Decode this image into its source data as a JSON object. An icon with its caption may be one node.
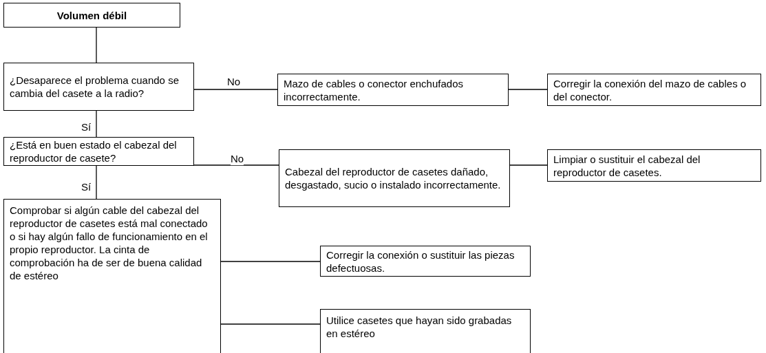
{
  "diagram": {
    "nodes": [
      {
        "text": [
          "Volumen débil"
        ]
      },
      {
        "text": [
          "¿Desaparece el problema cuando se cambia del casete a la radio?"
        ]
      },
      {
        "text": [
          "Mazo de cables o conector enchufados incorrectamente."
        ]
      },
      {
        "text": [
          "Corregir la conexión del mazo de cables o del conector."
        ]
      },
      {
        "text": [
          "¿Está en buen estado el cabezal del reproductor de casete?"
        ]
      },
      {
        "text": [
          "Cabezal del reproductor de casetes dañado, desgastado, sucio o instalado incorrectamente."
        ]
      },
      {
        "text": [
          "Limpiar o sustituir el cabezal del reproductor de casetes."
        ]
      },
      {
        "text": [
          "Comprobar si algún cable del cabezal del reproductor de casetes está mal conectado o si hay algún fallo de funcionamiento en el propio reproductor. La cinta de comprobación ha de ser de buena calidad de estéreo"
        ]
      },
      {
        "text": [
          "Corregir la conexión o sustituir las piezas defectuosas."
        ]
      },
      {
        "text": [
          "Utilice casetes que hayan sido grabadas en estéreo"
        ]
      }
    ],
    "edges": [
      {
        "from": 0,
        "to": 1,
        "arrow": "none"
      },
      {
        "from": 1,
        "to": 2,
        "arrow": "none",
        "label": "No"
      },
      {
        "from": 2,
        "to": 3,
        "arrow": "none"
      },
      {
        "from": 1,
        "to": 4,
        "arrow": "none",
        "label": "Sí"
      },
      {
        "from": 4,
        "to": 5,
        "arrow": "none",
        "label": "No"
      },
      {
        "from": 5,
        "to": 6,
        "arrow": "none"
      },
      {
        "from": 4,
        "to": 7,
        "arrow": "none",
        "label": "Sí"
      },
      {
        "from": 7,
        "to": 8,
        "arrow": "none"
      },
      {
        "from": 7,
        "to": 9,
        "arrow": "none"
      }
    ]
  }
}
